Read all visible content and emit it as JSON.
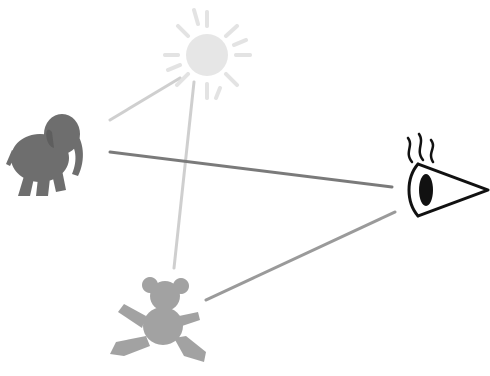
{
  "diagram": {
    "nodes": [
      {
        "id": "sun",
        "icon": "sun-icon"
      },
      {
        "id": "elephant",
        "icon": "elephant-icon"
      },
      {
        "id": "eye",
        "icon": "eye-icon"
      },
      {
        "id": "teddy-bear",
        "icon": "teddy-bear-icon"
      }
    ],
    "edges": [
      {
        "from": "sun",
        "to": "elephant"
      },
      {
        "from": "sun",
        "to": "teddy-bear"
      },
      {
        "from": "elephant",
        "to": "eye"
      },
      {
        "from": "teddy-bear",
        "to": "eye"
      }
    ],
    "colors": {
      "sun": "#e6e6e6",
      "sun_line": "#cfcfcf",
      "elephant": "#6e6e6e",
      "elephant_line": "#7a7a7a",
      "bear": "#a2a2a2",
      "bear_line": "#9a9a9a",
      "eye": "#111111"
    }
  }
}
